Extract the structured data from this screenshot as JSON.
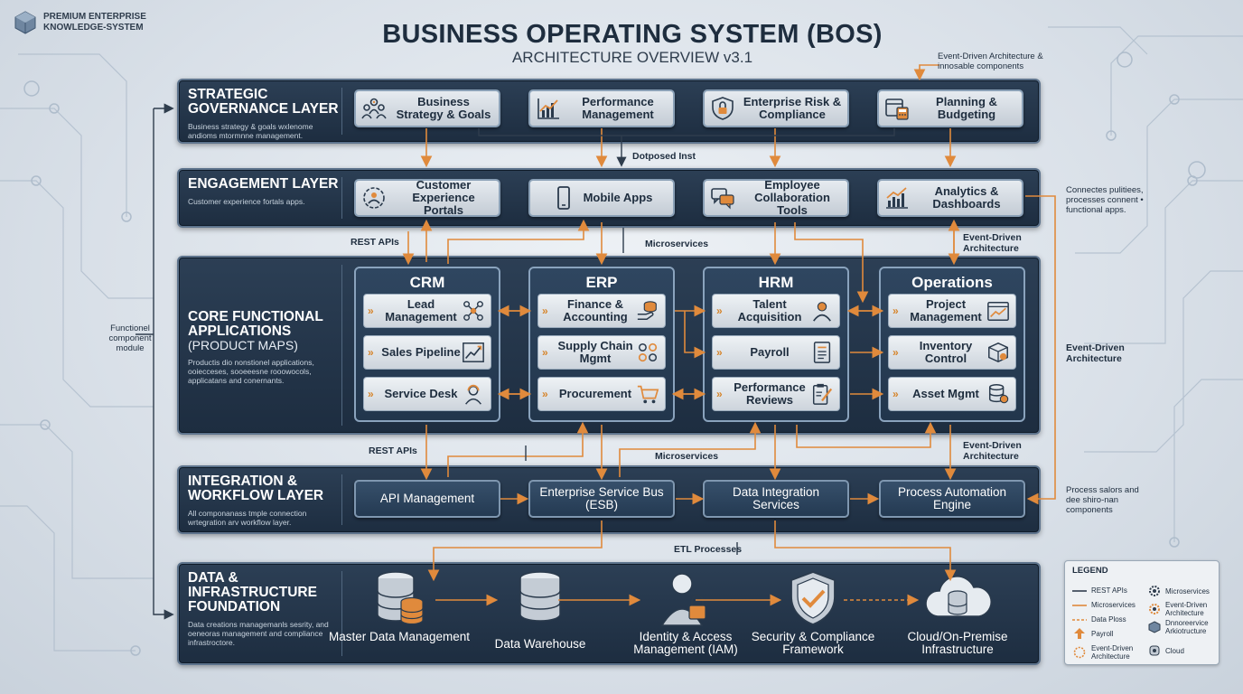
{
  "brand": {
    "line1": "PREMIUM ENTERPRISE",
    "line2": "KNOWLEDGE-SYSTEM"
  },
  "title": "BUSINESS OPERATING SYSTEM (BOS)",
  "subtitle": "ARCHITECTURE OVERVIEW v3.1",
  "colors": {
    "layer_bg": "#1d2d40",
    "accent": "#e08a3c",
    "card_bg": "#d5dbe2"
  },
  "layers": {
    "strategic": {
      "title": "STRATEGIC GOVERNANCE LAYER",
      "desc": "Business strategy & goals wxlenome andioms mtormnne management.",
      "cards": [
        {
          "label": "Business Strategy & Goals",
          "icon": "team-icon"
        },
        {
          "label": "Performance Management",
          "icon": "bar-chart-icon"
        },
        {
          "label": "Enterprise Risk & Compliance",
          "icon": "shield-lock-icon"
        },
        {
          "label": "Planning & Budgeting",
          "icon": "calendar-calculator-icon"
        }
      ]
    },
    "engagement": {
      "title": "ENGAGEMENT LAYER",
      "desc": "Customer experience fortals apps.",
      "cards": [
        {
          "label": "Customer Experience Portals",
          "icon": "users-gear-icon"
        },
        {
          "label": "Mobile Apps",
          "icon": "mobile-icon"
        },
        {
          "label": "Employee Collaboration Tools",
          "icon": "chat-bubbles-icon"
        },
        {
          "label": "Analytics & Dashboards",
          "icon": "analytics-icon"
        }
      ]
    },
    "core": {
      "title": "CORE FUNCTIONAL APPLICATIONS",
      "title2": "(PRODUCT MAPS)",
      "desc": "Productis dio nonstionel applications, ooiecceses, sooeeesne rooowocols, applicatans and conernants.",
      "columns": [
        {
          "name": "CRM",
          "modules": [
            {
              "label": "Lead Management",
              "icon": "network-icon"
            },
            {
              "label": "Sales Pipeline",
              "icon": "line-chart-icon"
            },
            {
              "label": "Service Desk",
              "icon": "support-agent-icon"
            }
          ]
        },
        {
          "name": "ERP",
          "modules": [
            {
              "label": "Finance & Accounting",
              "icon": "money-icon"
            },
            {
              "label": "Supply Chain Mgmt",
              "icon": "supply-cycle-icon"
            },
            {
              "label": "Procurement",
              "icon": "cart-icon"
            }
          ]
        },
        {
          "name": "HRM",
          "modules": [
            {
              "label": "Talent Acquisition",
              "icon": "person-icon"
            },
            {
              "label": "Payroll",
              "icon": "document-icon"
            },
            {
              "label": "Performance Reviews",
              "icon": "clipboard-icon"
            }
          ]
        },
        {
          "name": "Operations",
          "modules": [
            {
              "label": "Project Management",
              "icon": "project-chart-icon"
            },
            {
              "label": "Inventory Control",
              "icon": "box-icon"
            },
            {
              "label": "Asset Mgmt",
              "icon": "database-gear-icon"
            }
          ]
        }
      ]
    },
    "integration": {
      "title": "INTEGRATION & WORKFLOW LAYER",
      "desc": "All componanass tmple connection wrtegration arv workflow layer.",
      "cards": [
        {
          "label": "API Management"
        },
        {
          "label": "Enterprise Service Bus (ESB)"
        },
        {
          "label": "Data Integration Services"
        },
        {
          "label": "Process Automation Engine"
        }
      ]
    },
    "data": {
      "title": "DATA & INFRASTRUCTURE FOUNDATION",
      "desc": "Data creations managemanls sesrity, and oeneoras management and compliance infrastroctore.",
      "items": [
        {
          "label": "Master Data Management",
          "icon": "database-icon"
        },
        {
          "label": "Data Warehouse",
          "icon": "warehouse-db-icon"
        },
        {
          "label": "Identity & Access Management (IAM)",
          "icon": "user-lock-icon"
        },
        {
          "label": "Security & Compliance Framework",
          "icon": "shield-check-icon"
        },
        {
          "label": "Cloud/On-Premise Infrastructure",
          "icon": "cloud-db-icon"
        }
      ]
    }
  },
  "annotations": {
    "eda_top": "Event-Driven Architecture & innosable components",
    "dotposed": "Dotposed Inst",
    "connectes": "Connectes pulitiees, processes connent • functional apps.",
    "rest1": "REST APIs",
    "micro1": "Microservices",
    "eda_right1": "Event-Driven Architecture",
    "functional": "Functionel component module",
    "eda_right2": "Event-Driven Architecture",
    "rest2": "REST APIs",
    "micro2": "Microservices",
    "eda_right3": "Event-Driven Architecture",
    "process": "Process salors and dee shiro-nan components",
    "etl": "ETL Processes"
  },
  "legend": {
    "title": "LEGEND",
    "items": [
      {
        "label": "REST APIs",
        "icon": "solid-line"
      },
      {
        "label": "Microservices",
        "icon": "gear-icon"
      },
      {
        "label": "Microservices",
        "icon": "orange-line"
      },
      {
        "label": "Event-Driven Architecture",
        "icon": "gear-orange-icon"
      },
      {
        "label": "Data Ploss",
        "icon": "dashed-line"
      },
      {
        "label": "Dnnoreervice Arkiotructure",
        "icon": "hex-icon"
      },
      {
        "label": "Payroll",
        "icon": "arrow-icon"
      },
      {
        "label": "Cloud",
        "icon": "cloud-small-icon"
      },
      {
        "label": "Event-Driven Architecture",
        "icon": "ring-icon"
      }
    ]
  }
}
